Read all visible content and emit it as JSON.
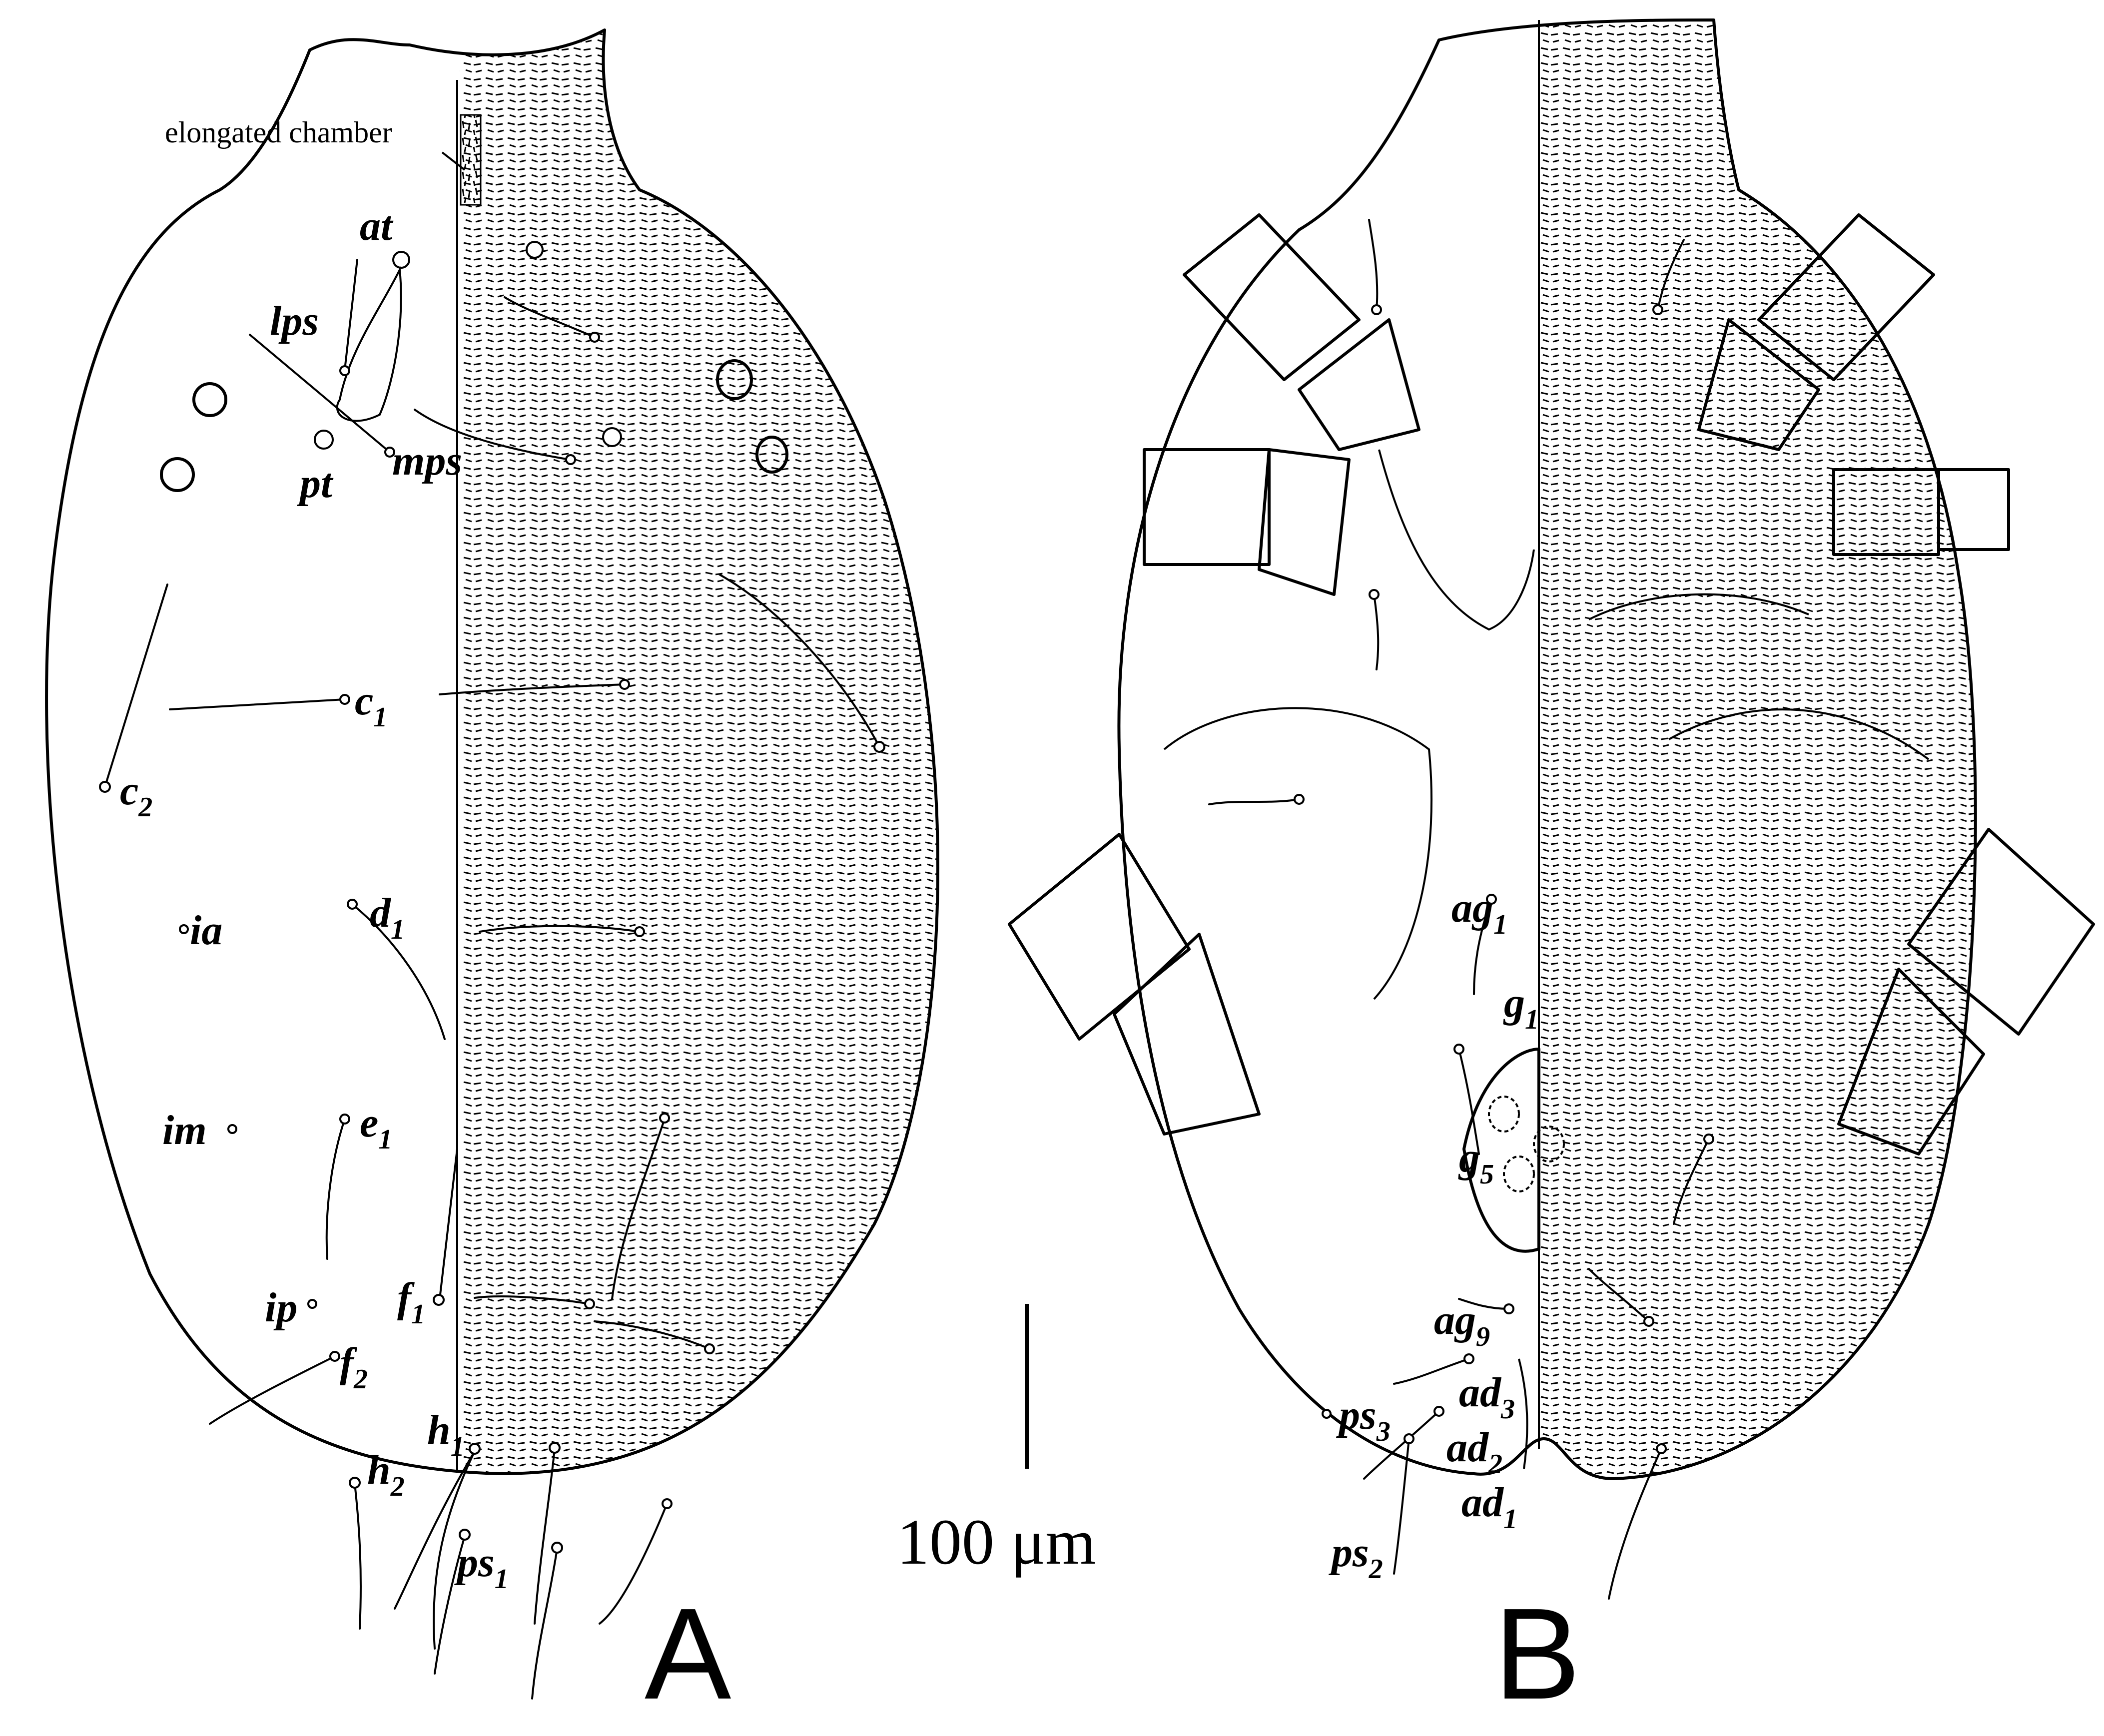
{
  "panels": {
    "A": {
      "label": "A"
    },
    "B": {
      "label": "B"
    }
  },
  "scale_bar": {
    "label": "100 μm"
  },
  "annotations": {
    "elongated_chamber": "elongated chamber"
  },
  "dorsal_setae": {
    "at": "at",
    "lps": "lps",
    "pt": "pt",
    "mps": "mps",
    "c1": {
      "base": "c",
      "sub": "1"
    },
    "c2": {
      "base": "c",
      "sub": "2"
    },
    "ia": "ia",
    "d1": {
      "base": "d",
      "sub": "1"
    },
    "im": "im",
    "e1": {
      "base": "e",
      "sub": "1"
    },
    "ip": "ip",
    "f1": {
      "base": "f",
      "sub": "1"
    },
    "f2": {
      "base": "f",
      "sub": "2"
    },
    "h1": {
      "base": "h",
      "sub": "1"
    },
    "h2": {
      "base": "h",
      "sub": "2"
    },
    "ps1": {
      "base": "ps",
      "sub": "1"
    }
  },
  "ventral_setae": {
    "ag1": {
      "base": "ag",
      "sub": "1"
    },
    "g1": {
      "base": "g",
      "sub": "1"
    },
    "g5": {
      "base": "g",
      "sub": "5"
    },
    "ag9": {
      "base": "ag",
      "sub": "9"
    },
    "ps3": {
      "base": "ps",
      "sub": "3"
    },
    "ad3": {
      "base": "ad",
      "sub": "3"
    },
    "ad2": {
      "base": "ad",
      "sub": "2"
    },
    "ad1": {
      "base": "ad",
      "sub": "1"
    },
    "ps2": {
      "base": "ps",
      "sub": "2"
    }
  },
  "colors": {
    "ink": "#000000",
    "paper": "#ffffff"
  }
}
